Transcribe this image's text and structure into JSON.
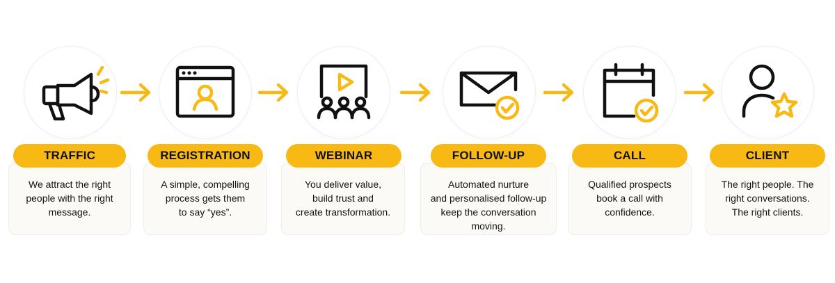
{
  "colors": {
    "accent": "#f8b914",
    "ink": "#111111",
    "card_bg": "#fbfaf6"
  },
  "steps": [
    {
      "label": "TRAFFIC",
      "icon": "megaphone-icon",
      "description": [
        "We attract the right",
        "people with the right",
        "message."
      ]
    },
    {
      "label": "REGISTRATION",
      "icon": "browser-user-icon",
      "description": [
        "A simple, compelling",
        "process gets them",
        "to say “yes”."
      ]
    },
    {
      "label": "WEBINAR",
      "icon": "presentation-audience-icon",
      "description": [
        "You deliver value,",
        "build trust and",
        "create transformation."
      ]
    },
    {
      "label": "FOLLOW-UP",
      "icon": "envelope-check-icon",
      "description": [
        "Automated nurture",
        "and personalised follow-up",
        "keep the conversation",
        "moving."
      ]
    },
    {
      "label": "CALL",
      "icon": "calendar-check-icon",
      "description": [
        "Qualified prospects",
        "book a call with",
        "confidence."
      ]
    },
    {
      "label": "CLIENT",
      "icon": "user-star-icon",
      "description": [
        "The right people. The",
        "right conversations.",
        "The right clients."
      ]
    }
  ]
}
